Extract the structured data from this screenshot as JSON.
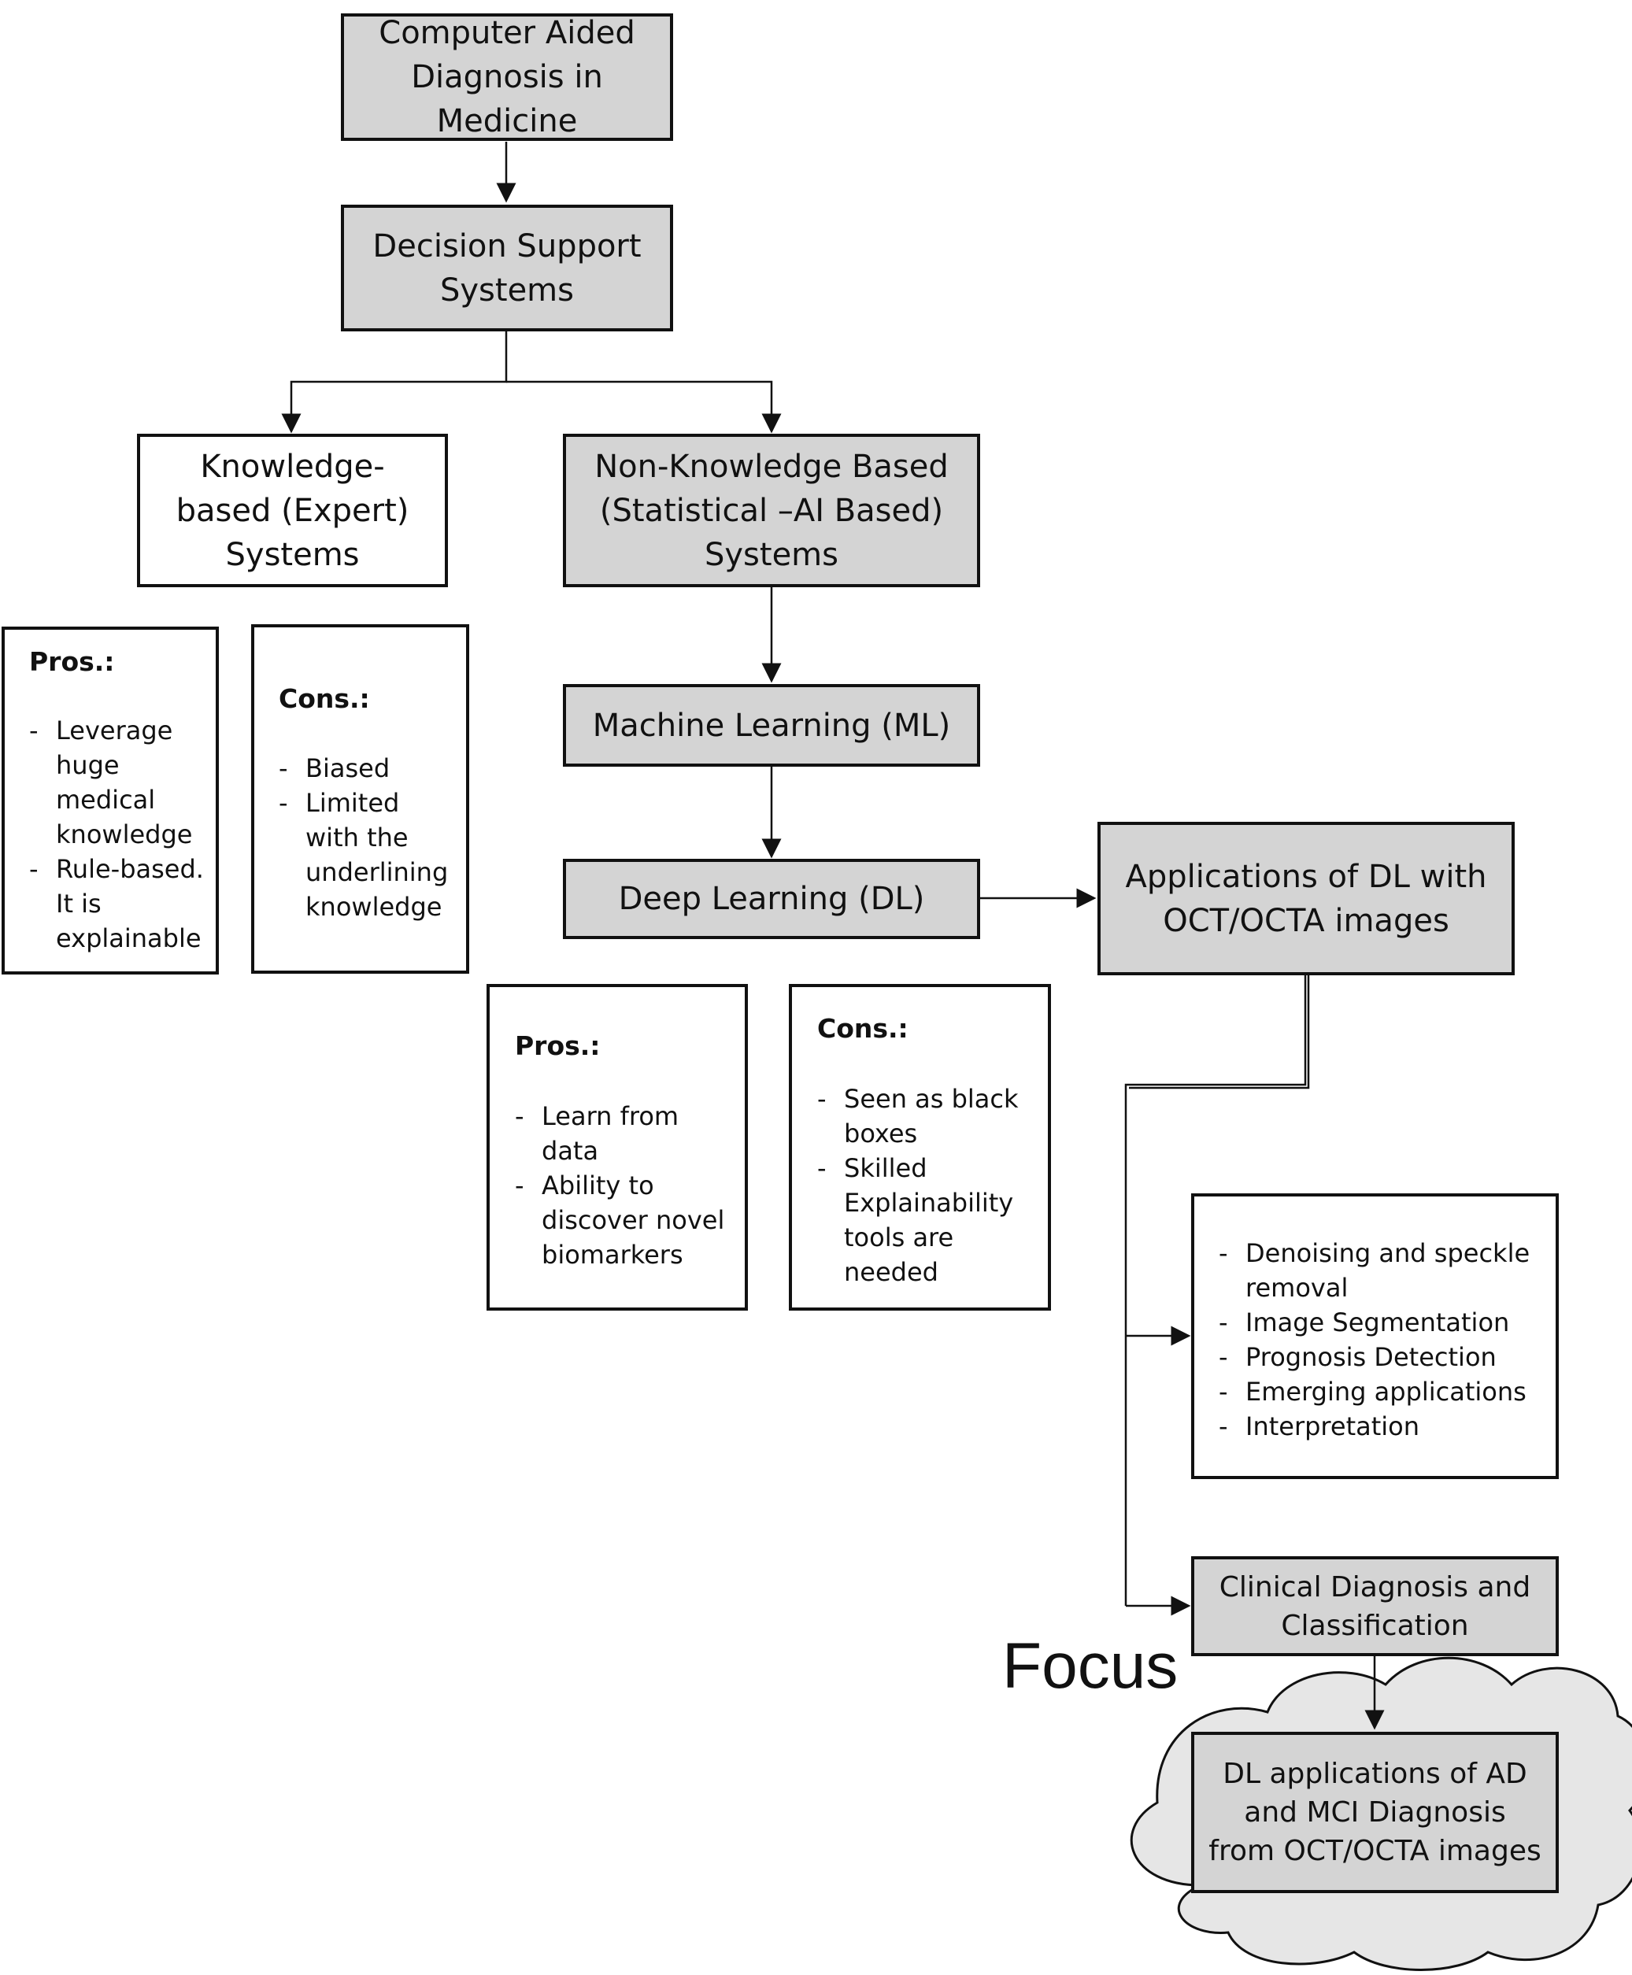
{
  "nodes": {
    "cad": "Computer Aided\nDiagnosis in\nMedicine",
    "dss": "Decision Support\nSystems",
    "kb": "Knowledge-\nbased (Expert)\nSystems",
    "nkb": "Non-Knowledge Based\n(Statistical –AI Based)\nSystems",
    "ml": "Machine Learning (ML)",
    "dl": "Deep Learning (DL)",
    "apps": "Applications of DL with\nOCT/OCTA images",
    "clinical": "Clinical Diagnosis and\nClassification",
    "focus_box": "DL applications of AD\nand MCI Diagnosis\nfrom OCT/OCTA images"
  },
  "kb_pros": {
    "heading": "Pros.:",
    "items": [
      "Leverage huge medical knowledge",
      "Rule-based. It is explainable"
    ]
  },
  "kb_cons": {
    "heading": "Cons.:",
    "items": [
      "Biased",
      "Limited with the underlining knowledge"
    ]
  },
  "dl_pros": {
    "heading": "Pros.:",
    "items": [
      "Learn from data",
      "Ability to discover novel biomarkers"
    ]
  },
  "dl_cons": {
    "heading": "Cons.:",
    "items": [
      "Seen as black boxes",
      "Skilled Explainability tools are needed"
    ]
  },
  "app_list": {
    "items": [
      "Denoising and speckle removal",
      "Image Segmentation",
      "Prognosis Detection",
      "Emerging applications",
      "Interpretation"
    ]
  },
  "focus_label": "Focus",
  "colors": {
    "box_fill": "#d4d4d4",
    "cloud_fill": "#e6e6e6",
    "stroke": "#111111"
  }
}
